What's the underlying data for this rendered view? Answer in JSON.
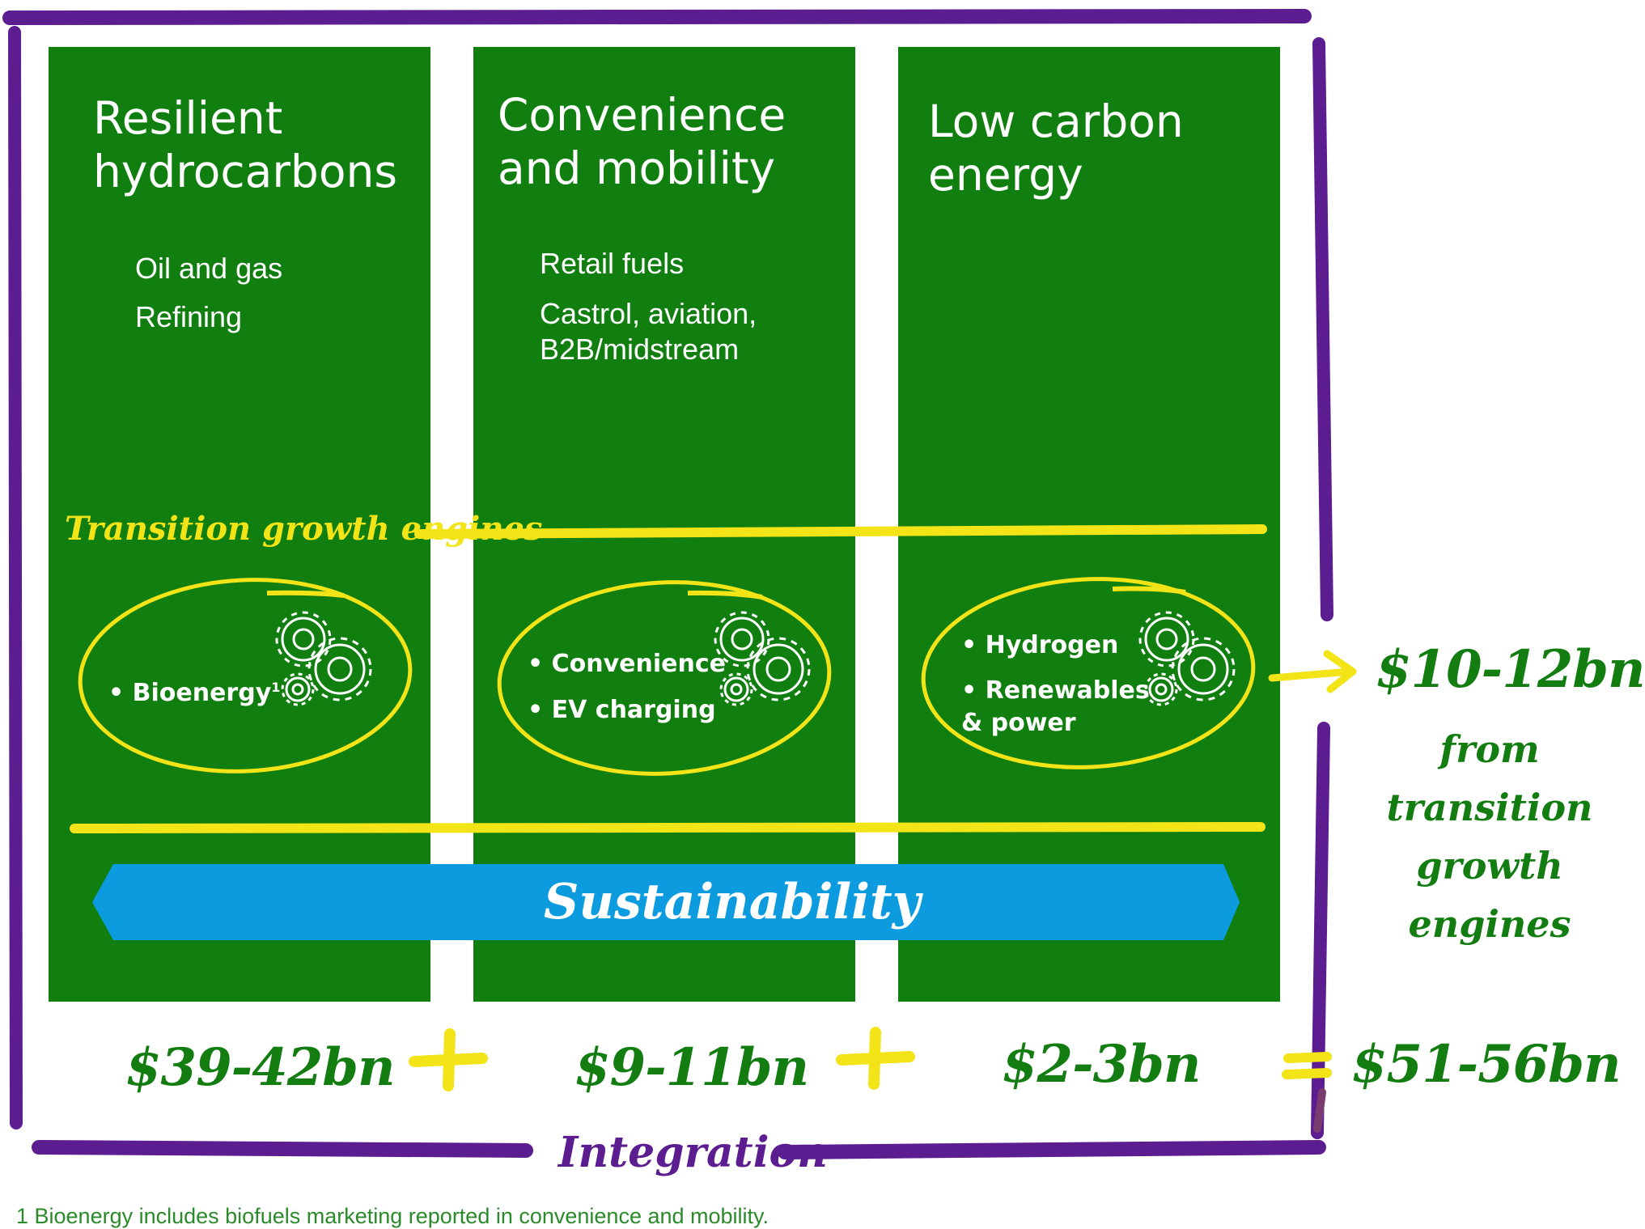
{
  "columns": [
    {
      "title": "Resilient\nhydrocarbons",
      "items": [
        "Oil and gas",
        "Refining"
      ],
      "engines": [
        "Bioenergy"
      ],
      "engine_footnote_mark": "1",
      "value": "$39-42bn"
    },
    {
      "title": "Convenience\nand mobility",
      "items": [
        "Retail fuels",
        "Castrol, aviation,\nB2B/midstream"
      ],
      "engines": [
        "Convenience",
        "EV charging"
      ],
      "value": "$9-11bn"
    },
    {
      "title": "Low carbon\nenergy",
      "items": [],
      "engines": [
        "Hydrogen",
        "Renewables\n& power"
      ],
      "value": "$2-3bn"
    }
  ],
  "operators": {
    "plus": "+",
    "equals": "="
  },
  "transition_label": "Transition growth engines",
  "sustainability_label": "Sustainability",
  "integration_label": "Integration",
  "total_value": "$51-56bn",
  "transition_value": "$10-12bn",
  "transition_caption": "from transition\ngrowth engines",
  "footnote": "1 Bioenergy includes biofuels marketing reported in convenience and mobility.",
  "colors": {
    "green_panel": "#117e10",
    "green_text": "#137d12",
    "purple_frame": "#5c1d91",
    "yellow": "#f2e416",
    "blue_banner": "#0c9bde",
    "white": "#ffffff"
  },
  "icons": [
    "gears-icon",
    "arrow-right-icon"
  ]
}
